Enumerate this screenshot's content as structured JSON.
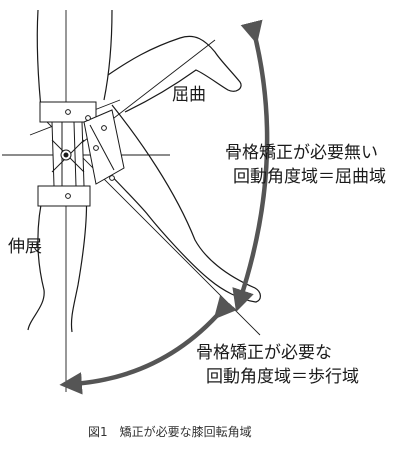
{
  "labels": {
    "flexion": "屈曲",
    "extension": "伸展",
    "no_correction_line1": "骨格矯正が必要無い",
    "no_correction_line2": "回動角度域＝屈曲域",
    "correction_line1": "骨格矯正が必要な",
    "correction_line2": "回動角度域＝歩行域"
  },
  "caption": "図1　矯正が必要な膝回転角域",
  "colors": {
    "line": "#1a1a1a",
    "arrow": "#555555",
    "background": "#ffffff"
  }
}
